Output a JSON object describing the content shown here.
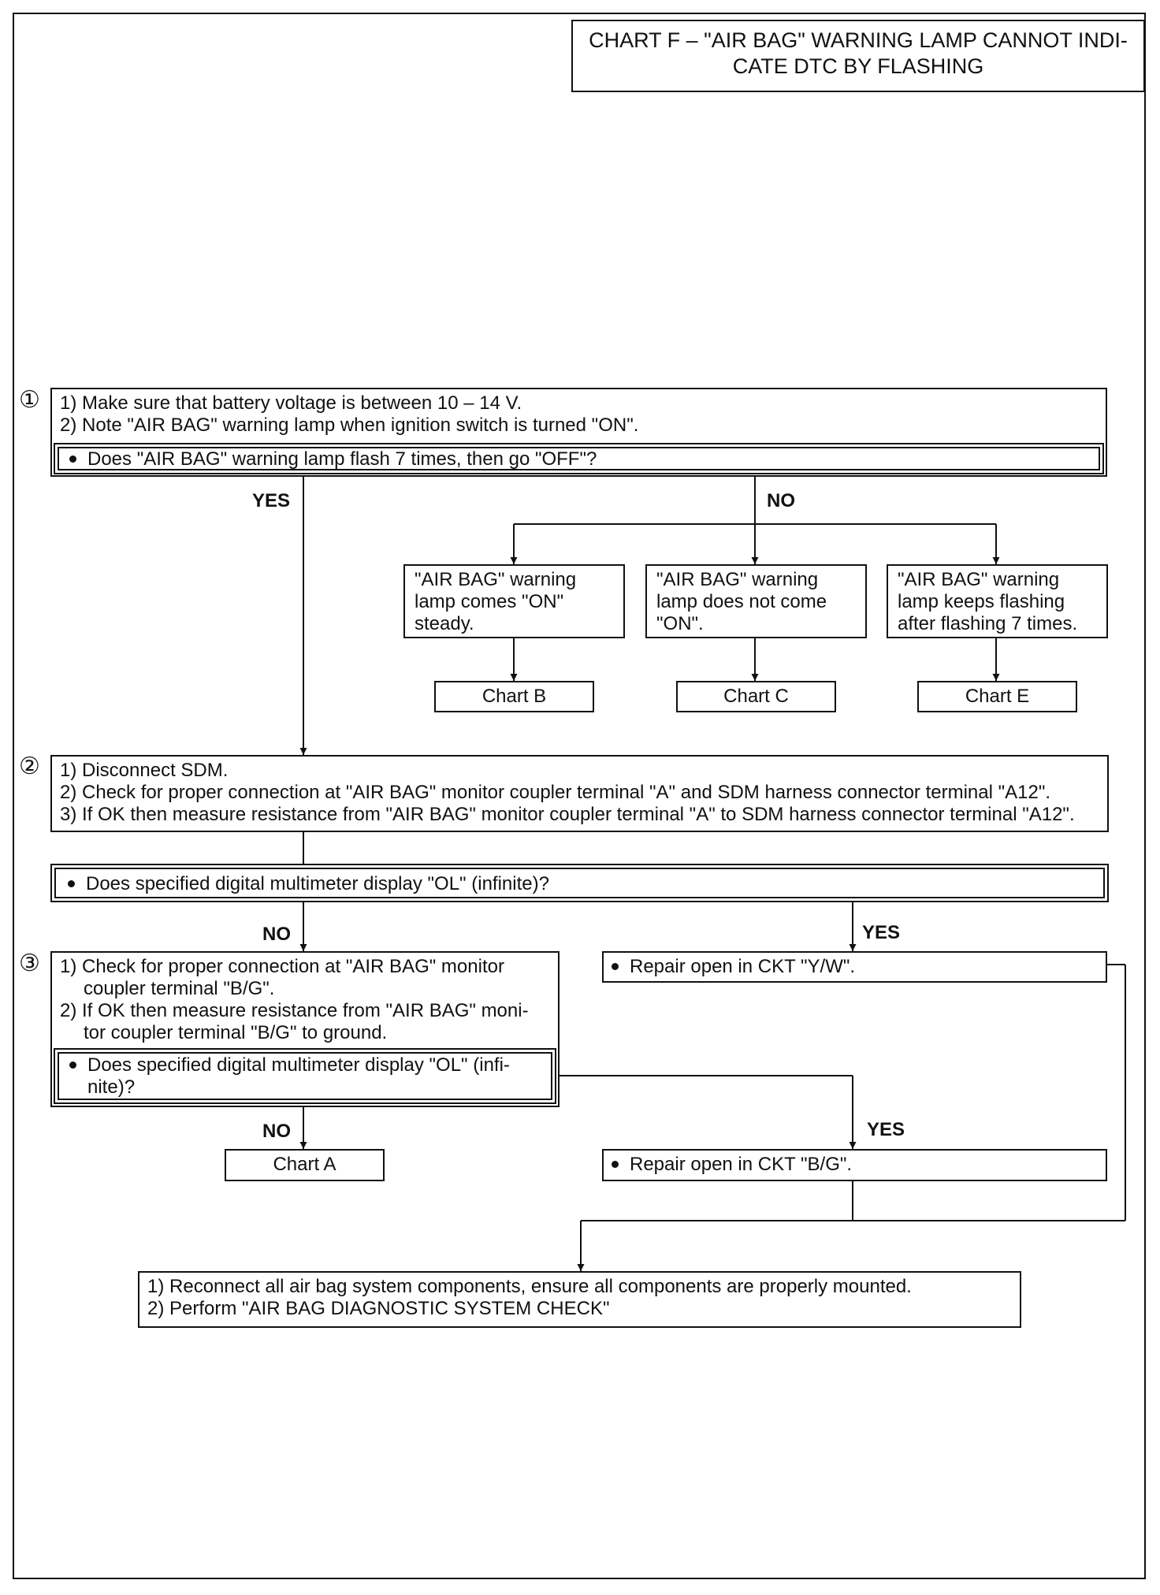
{
  "title": {
    "line1": "CHART F – \"AIR BAG\" WARNING LAMP CANNOT INDI-",
    "line2": "CATE DTC BY FLASHING"
  },
  "step1": {
    "marker": "①",
    "lines": [
      "1) Make sure that battery voltage is between 10 – 14 V.",
      "2) Note \"AIR BAG\" warning lamp when ignition switch is turned \"ON\"."
    ],
    "question": "Does \"AIR BAG\" warning lamp flash 7 times, then go \"OFF\"?",
    "yes": "YES",
    "no": "NO"
  },
  "branches": [
    {
      "lines": [
        "\"AIR BAG\" warning",
        "lamp comes \"ON\"",
        "steady."
      ],
      "chart": "Chart B"
    },
    {
      "lines": [
        "\"AIR BAG\" warning",
        "lamp does not come",
        "\"ON\"."
      ],
      "chart": "Chart C"
    },
    {
      "lines": [
        "\"AIR BAG\" warning",
        "lamp keeps flashing",
        "after flashing 7 times."
      ],
      "chart": "Chart E"
    }
  ],
  "step2": {
    "marker": "②",
    "lines": [
      "1) Disconnect SDM.",
      "2) Check for proper connection at \"AIR BAG\" monitor coupler terminal \"A\" and SDM harness connector terminal \"A12\".",
      "3) If OK then measure resistance from \"AIR BAG\" monitor coupler terminal \"A\" to SDM harness connector terminal \"A12\"."
    ],
    "question": "Does specified digital multimeter display \"OL\" (infinite)?",
    "no": "NO",
    "yes": "YES",
    "yes_action": "Repair open in CKT \"Y/W\"."
  },
  "step3": {
    "marker": "③",
    "lines": [
      "1) Check for proper connection at \"AIR BAG\" monitor",
      "coupler terminal \"B/G\".",
      "2) If OK then measure resistance from \"AIR BAG\" moni-",
      "tor coupler terminal \"B/G\" to ground."
    ],
    "question_line1": "Does specified digital multimeter display \"OL\" (infi-",
    "question_line2": "nite)?",
    "no": "NO",
    "no_action": "Chart A",
    "yes": "YES",
    "yes_action": "Repair open in CKT \"B/G\"."
  },
  "final": {
    "lines": [
      "1) Reconnect all air bag system components, ensure all components are properly mounted.",
      "2) Perform \"AIR BAG DIAGNOSTIC SYSTEM CHECK\""
    ]
  }
}
